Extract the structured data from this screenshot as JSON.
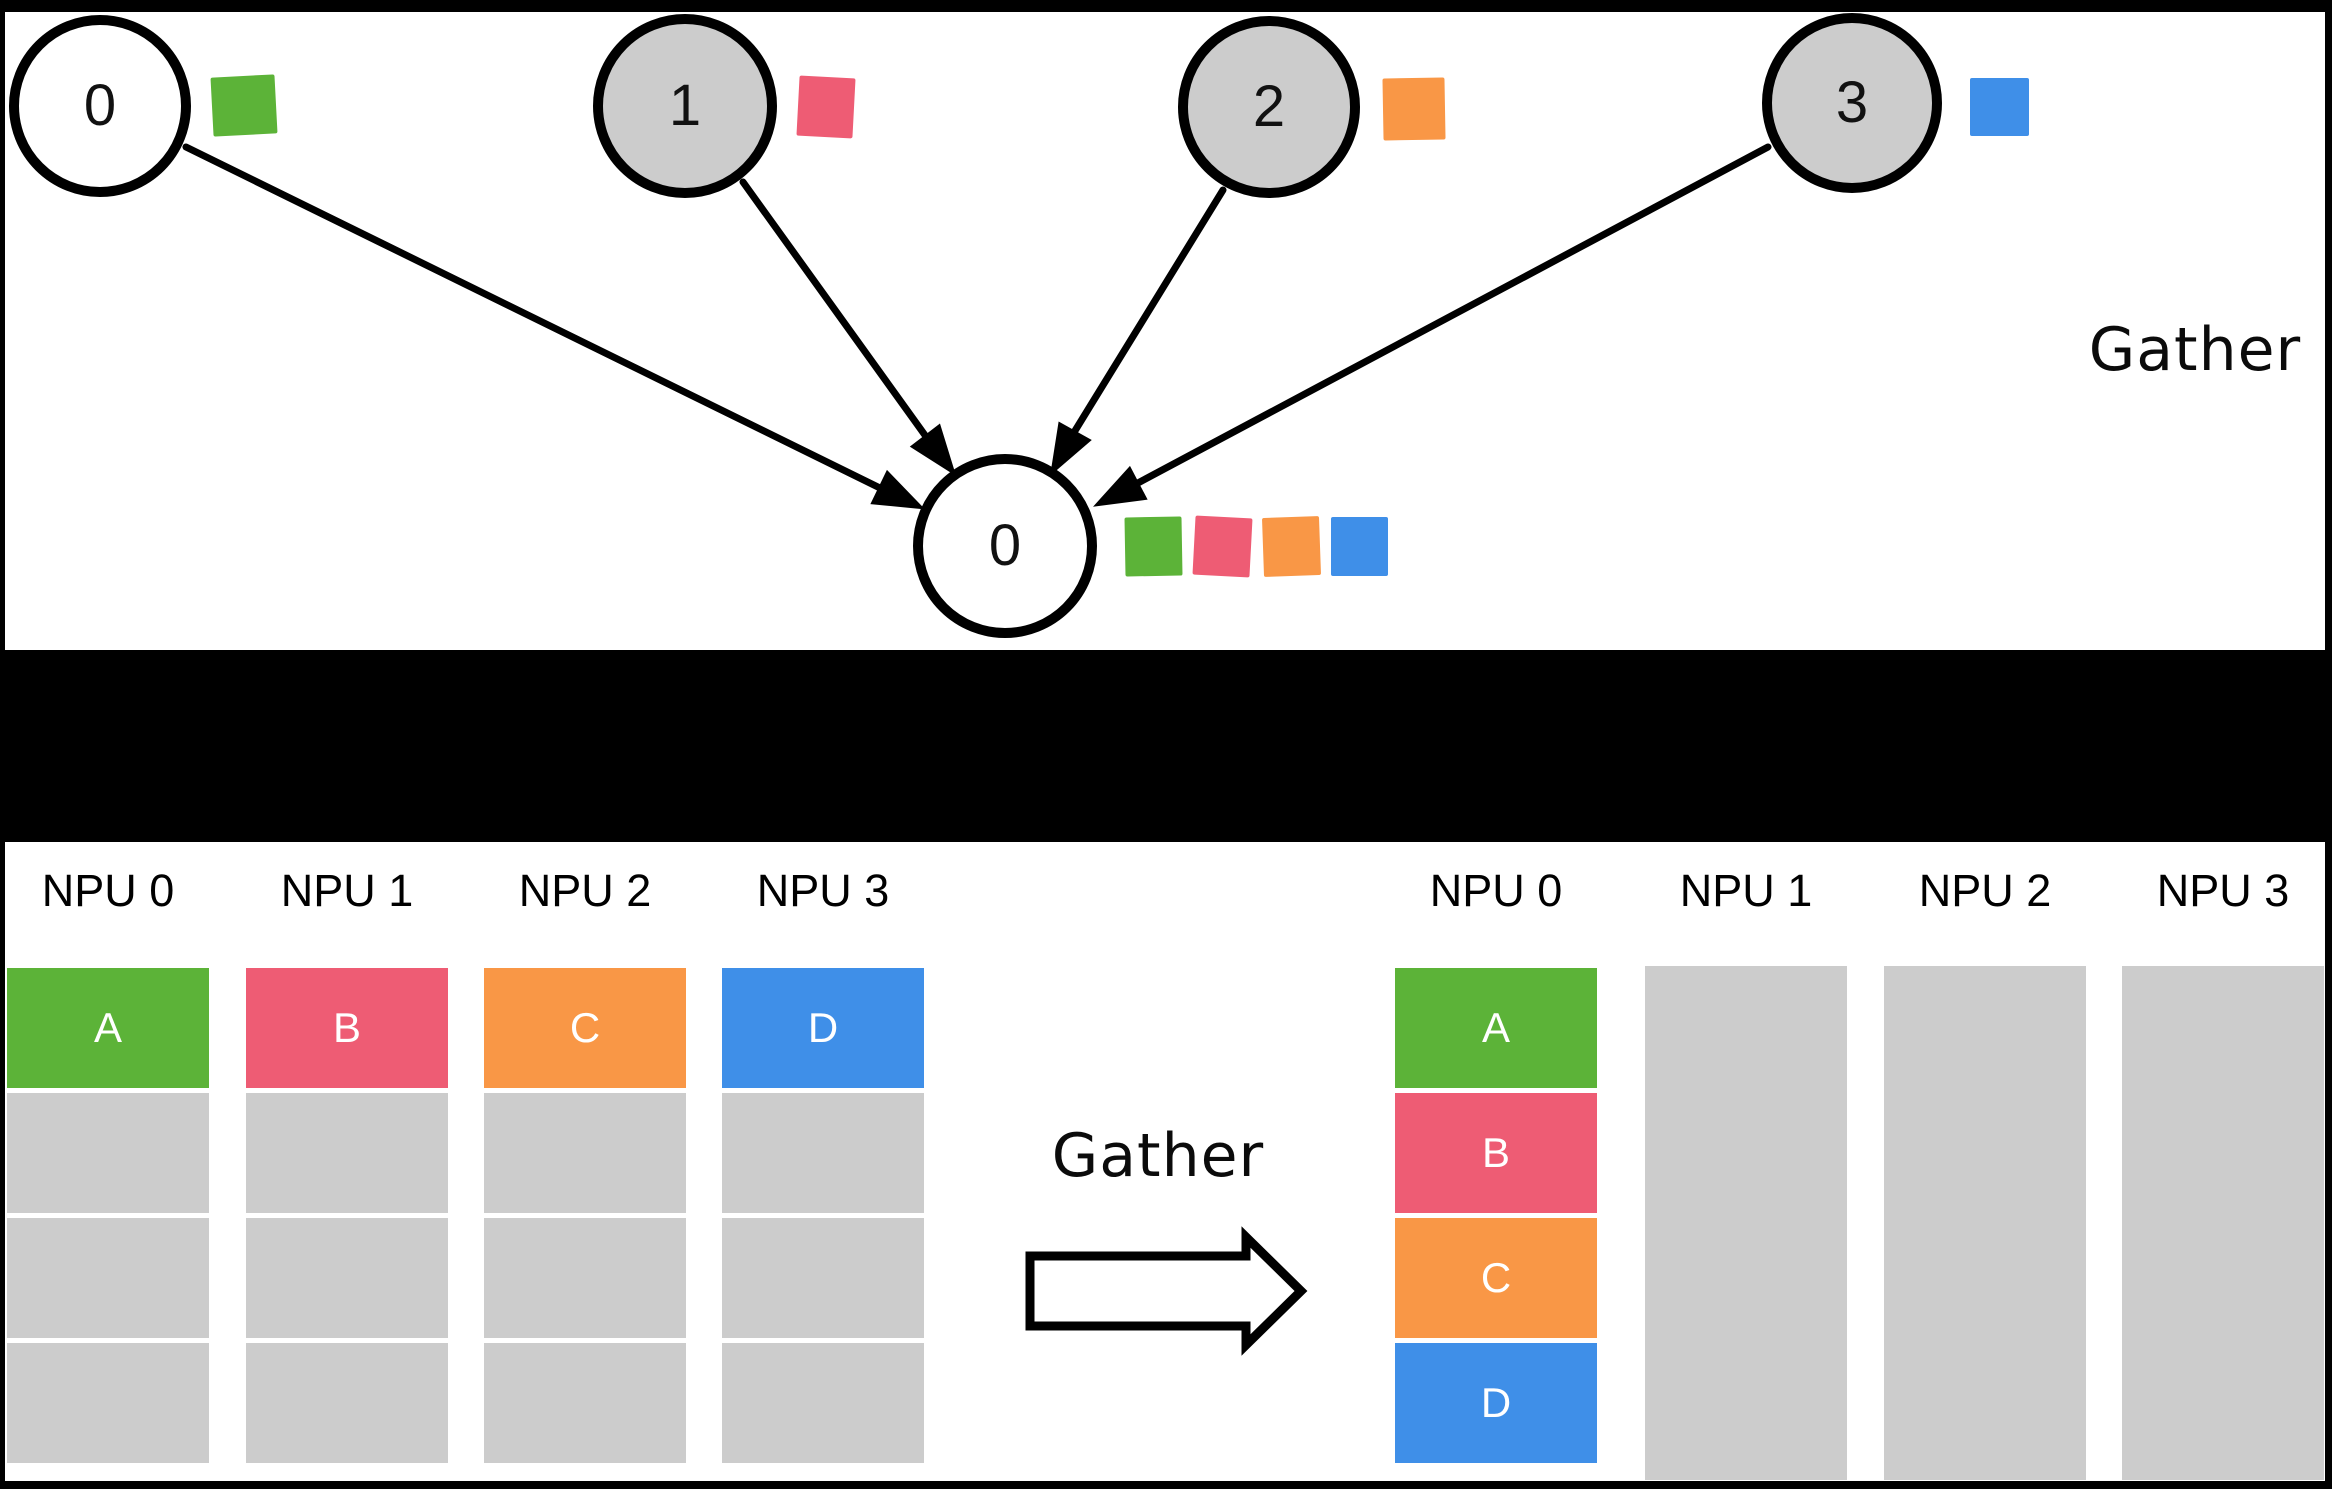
{
  "colors": {
    "green": "#5cb338",
    "pink": "#ee5c74",
    "orange": "#f99746",
    "blue": "#3f8fe8",
    "gray": "#cccccc",
    "white": "#ffffff"
  },
  "top_diagram": {
    "gather_label": "Gather",
    "source_nodes": [
      {
        "id": "0",
        "fill": "white",
        "chunk": "green"
      },
      {
        "id": "1",
        "fill": "gray",
        "chunk": "pink"
      },
      {
        "id": "2",
        "fill": "gray",
        "chunk": "orange"
      },
      {
        "id": "3",
        "fill": "gray",
        "chunk": "blue"
      }
    ],
    "dest_node": {
      "id": "0",
      "fill": "white",
      "chunks": [
        "green",
        "pink",
        "orange",
        "blue"
      ]
    }
  },
  "bottom_diagram": {
    "gather_label": "Gather",
    "before": [
      {
        "label": "NPU 0",
        "blocks": [
          {
            "text": "A",
            "color": "green"
          },
          {
            "color": "gray"
          },
          {
            "color": "gray"
          },
          {
            "color": "gray"
          }
        ]
      },
      {
        "label": "NPU 1",
        "blocks": [
          {
            "text": "B",
            "color": "pink"
          },
          {
            "color": "gray"
          },
          {
            "color": "gray"
          },
          {
            "color": "gray"
          }
        ]
      },
      {
        "label": "NPU 2",
        "blocks": [
          {
            "text": "C",
            "color": "orange"
          },
          {
            "color": "gray"
          },
          {
            "color": "gray"
          },
          {
            "color": "gray"
          }
        ]
      },
      {
        "label": "NPU 3",
        "blocks": [
          {
            "text": "D",
            "color": "blue"
          },
          {
            "color": "gray"
          },
          {
            "color": "gray"
          },
          {
            "color": "gray"
          }
        ]
      }
    ],
    "after": [
      {
        "label": "NPU 0",
        "blocks": [
          {
            "text": "A",
            "color": "green"
          },
          {
            "text": "B",
            "color": "pink"
          },
          {
            "text": "C",
            "color": "orange"
          },
          {
            "text": "D",
            "color": "blue"
          }
        ]
      },
      {
        "label": "NPU 1",
        "blocks": [
          {
            "color": "gray",
            "tall": true
          }
        ]
      },
      {
        "label": "NPU 2",
        "blocks": [
          {
            "color": "gray",
            "tall": true
          }
        ]
      },
      {
        "label": "NPU 3",
        "blocks": [
          {
            "color": "gray",
            "tall": true
          }
        ]
      }
    ]
  }
}
